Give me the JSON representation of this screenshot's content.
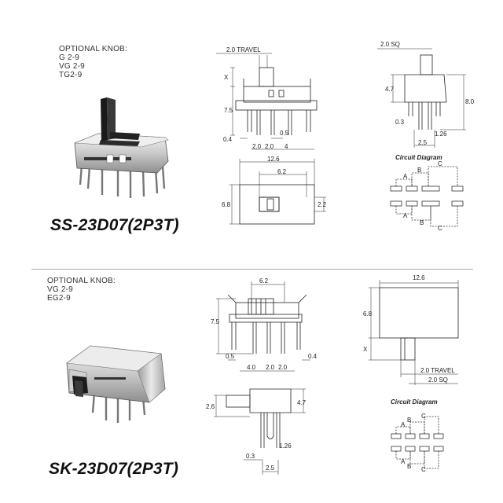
{
  "top": {
    "optional_knob_title": "OPTIONAL KNOB:",
    "knob_options": [
      "G 2-9",
      "VG 2-9",
      "TG2-9"
    ],
    "model": "SS-23D07(2P3T)",
    "dims": {
      "travel": "2.0 TRAVEL",
      "x": "X",
      "h7_5": "7.5",
      "d0_4": "0.4",
      "d2_0a": "2.0",
      "d2_0b": "2.0",
      "d4": "4",
      "d0_5": "0.5",
      "d12_6": "12.6",
      "d6_2": "6.2",
      "d6_8": "6.8",
      "d2_2": "2.2",
      "sq": "2.0  SQ",
      "d4_7": "4.7",
      "d8_0": "8.0",
      "d0_3": "0.3",
      "d1_26": "1.26",
      "d2_5": "2.5"
    },
    "circuit_title": "Circuit Diagram",
    "circuit_labels": [
      "A",
      "B",
      "C",
      "A",
      "B",
      "C"
    ]
  },
  "bottom": {
    "optional_knob_title": "OPTIONAL KNOB:",
    "knob_options": [
      "VG 2-9",
      "EG2-9"
    ],
    "model": "SK-23D07(2P3T)",
    "dims": {
      "d6_2": "6.2",
      "h7_5": "7.5",
      "d0_5": "0.5",
      "d4_0": "4.0",
      "d2_0a": "2.0",
      "d2_0b": "2.0",
      "d0_4": "0.4",
      "d2_6": "2.6",
      "d4_7": "4.7",
      "d0_3": "0.3",
      "d1_26": "1.26",
      "d2_5": "2.5",
      "d12_6": "12.6",
      "d6_8": "6.8",
      "x": "X",
      "travel": "2.0 TRAVEL",
      "sq": "2.0 SQ"
    },
    "circuit_title": "Circuit Diagram",
    "circuit_labels": [
      "C",
      "B",
      "A",
      "A",
      "B",
      "C"
    ]
  }
}
